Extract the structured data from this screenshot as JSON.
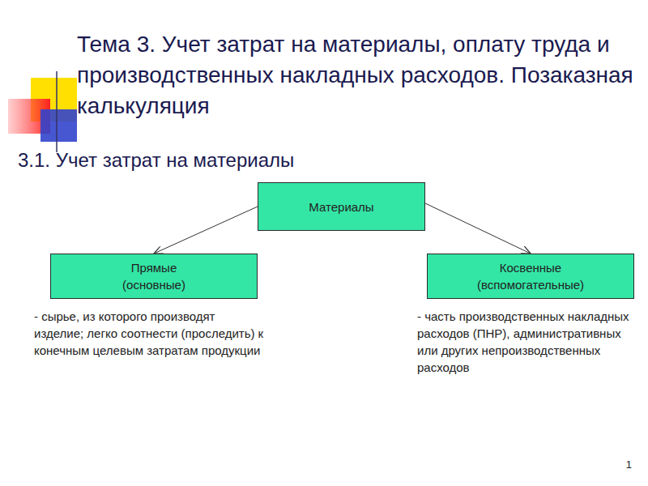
{
  "diagram": {
    "title": "Тема 3. Учет затрат на материалы, оплату труда и производственных накладных расходов. Позаказная калькуляция",
    "nodes": [
      {
        "text": [
          "Материалы"
        ]
      },
      {
        "text": [
          "Прямые (основные)"
        ]
      },
      {
        "text": [
          "Косвенные (вспомогательные)"
        ]
      }
    ],
    "edges": [
      {
        "from": 0,
        "to": 1,
        "arrow": "to"
      },
      {
        "from": 0,
        "to": 2,
        "arrow": "to"
      }
    ],
    "labels": [
      "3.1. Учет затрат на материалы",
      "- сырье, из которого производят изделие; легко соотнести (проследить) к конечным целевым затратам продукции",
      "- часть производственных накладных расходов (ПНР), административных или других непроизводственных расходов",
      "1"
    ]
  }
}
